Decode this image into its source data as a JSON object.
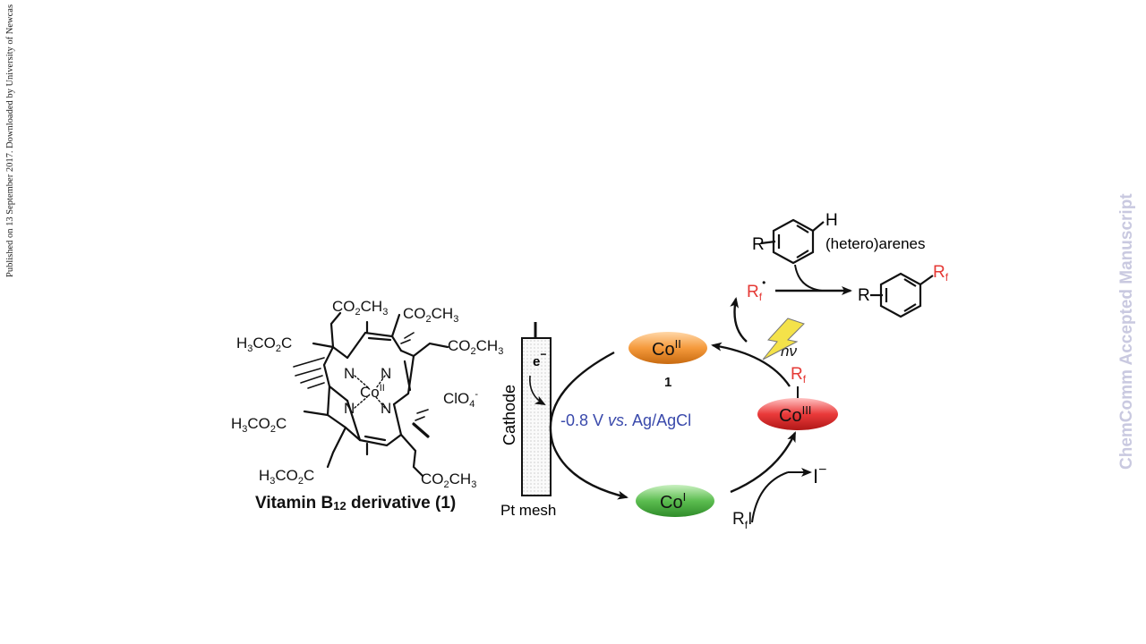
{
  "side_note": "Published on 13 September 2017. Downloaded by University of Newcas",
  "watermark": "ChemComm Accepted Manuscript",
  "colors": {
    "red": "#e53935",
    "blue": "#3949ab",
    "orange": "#f59a3c",
    "green": "#4caf50",
    "redcat": "#e53935",
    "watermark": "#c9c9e0",
    "bolt": "#f4e24a"
  },
  "structure": {
    "caption_main": "Vitamin B",
    "caption_sub": "12",
    "caption_tail": " derivative (1)",
    "subst_top_left_a": "CO",
    "subst_top_left_b": "2",
    "subst_top_left_c": "CH",
    "subst_top_left_d": "3",
    "subst_top_right_a": "CO",
    "subst_top_right_b": "2",
    "subst_top_right_c": "CH",
    "subst_top_right_d": "3",
    "subst_right_a": "CO",
    "subst_right_b": "2",
    "subst_right_c": "CH",
    "subst_right_d": "3",
    "subst_left_upper_a": "H",
    "subst_left_upper_b": "3",
    "subst_left_upper_c": "CO",
    "subst_left_upper_d": "2",
    "subst_left_upper_e": "C",
    "subst_left_lower_a": "H",
    "subst_left_lower_b": "3",
    "subst_left_lower_c": "CO",
    "subst_left_lower_d": "2",
    "subst_left_lower_e": "C",
    "subst_bottom_left_a": "H",
    "subst_bottom_left_b": "3",
    "subst_bottom_left_c": "CO",
    "subst_bottom_left_d": "2",
    "subst_bottom_left_e": "C",
    "subst_bottom_right_a": "CO",
    "subst_bottom_right_b": "2",
    "subst_bottom_right_c": "CH",
    "subst_bottom_right_d": "3",
    "n_label": "N",
    "metal": "Co",
    "metal_ox": "II",
    "counterion": "ClO",
    "counterion_sub": "4",
    "counterion_charge": "-"
  },
  "electrode": {
    "label": "Cathode",
    "electron": "e",
    "electron_charge": "−",
    "mesh": "Pt mesh",
    "potential_a": "-0.8 V ",
    "potential_b": "vs.",
    "potential_c": " Ag/AgCl"
  },
  "cycle": {
    "co2_base": "Co",
    "co2_sup": "II",
    "co2_number": "1",
    "co1_base": "Co",
    "co1_sup": "I",
    "co3_base": "Co",
    "co3_sup": "III",
    "rf_on_co3": "R",
    "rf_on_co3_sub": "f",
    "rfi_r": "R",
    "rfi_sub": "f",
    "rfi_i": "I",
    "iodide": "I",
    "iodide_charge": "−",
    "hv": "hν",
    "radical_r": "R",
    "radical_sub": "f",
    "radical_dot": "•",
    "arene_h": "H",
    "arene_r": "R",
    "arene_label": "(hetero)arenes",
    "product_r": "R",
    "product_rf": "R",
    "product_rf_sub": "f"
  }
}
